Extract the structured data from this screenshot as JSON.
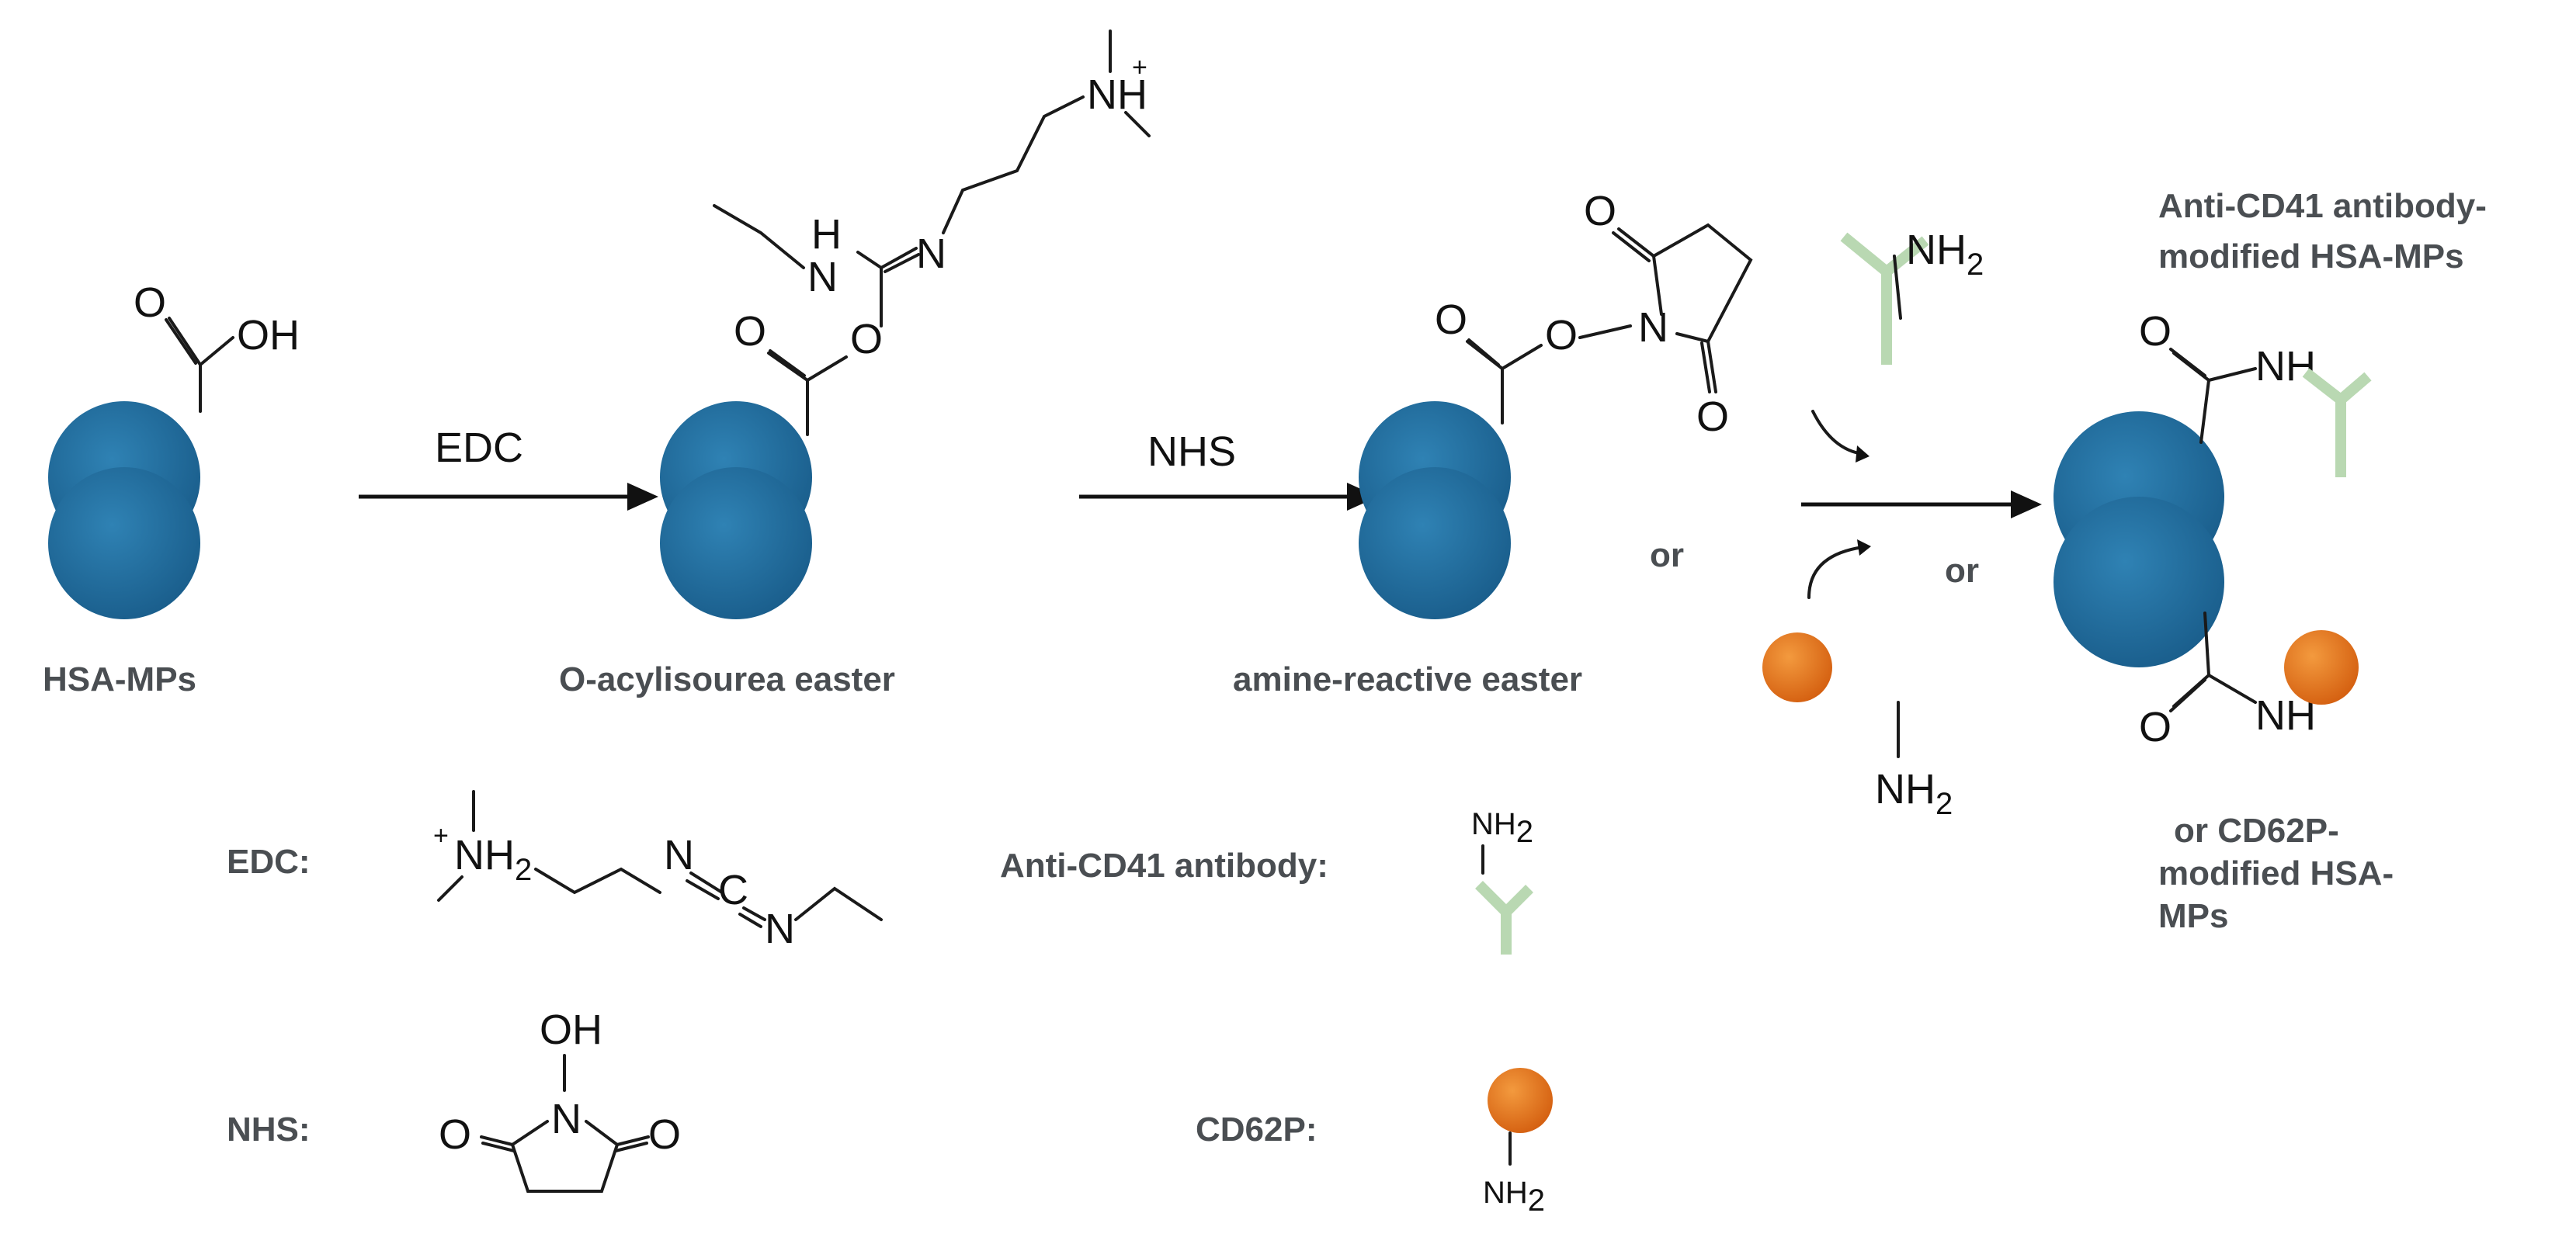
{
  "colors": {
    "particle": "#1f6796",
    "particle_highlight": "#2f82b4",
    "cd62p": "#e8731a",
    "antibody": "#b9d8b2",
    "label_text": "#4a4e52"
  },
  "scheme": {
    "reagents_on_arrows": [
      "EDC",
      "NHS"
    ],
    "stage_labels": {
      "hsa_mps": "HSA-MPs",
      "o_acylisourea": "O-acylisourea easter",
      "amine_reactive": "amine-reactive easter",
      "product_antibody_line1": "Anti-CD41 antibody-",
      "product_antibody_line2": "modified HSA-MPs",
      "product_cd62p_line1": "or CD62P-",
      "product_cd62p_line2": "modified HSA-",
      "product_cd62p_line3": "MPs"
    },
    "or_words": [
      "or",
      "or"
    ]
  },
  "legend": {
    "edc": "EDC:",
    "nhs": "NHS:",
    "antibody": "Anti-CD41 antibody:",
    "cd62p": "CD62P:"
  },
  "atoms": {
    "O": "O",
    "OH": "OH",
    "N": "N",
    "H": "H",
    "C": "C",
    "NH": "NH",
    "NH2_main": "NH",
    "NH2_sub": "2",
    "NH_plus_main": "NH",
    "plus": "+"
  }
}
